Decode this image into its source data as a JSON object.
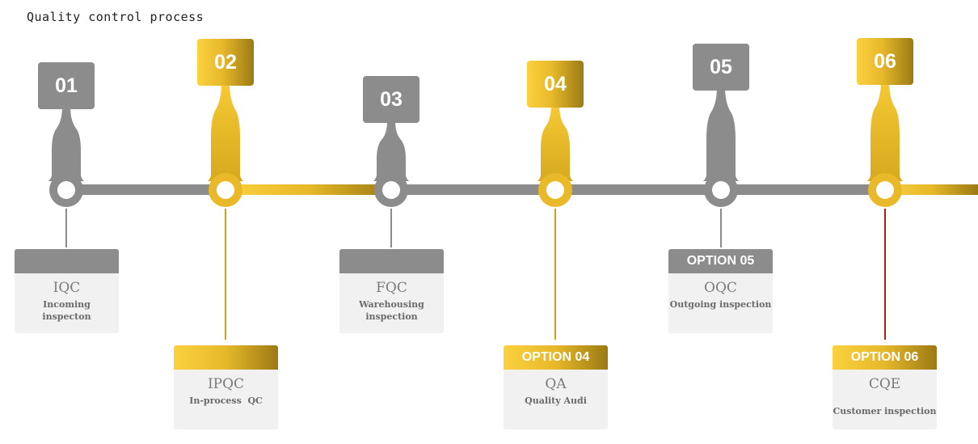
{
  "title": "Quality control process",
  "steps": [
    {
      "number": "01",
      "option_label": "",
      "name": "IQC",
      "desc": "Incoming inspecton",
      "style": "gray"
    },
    {
      "number": "02",
      "option_label": "",
      "name": "IPQC",
      "desc": "In-process  QC",
      "style": "gold"
    },
    {
      "number": "03",
      "option_label": "",
      "name": "FQC",
      "desc": "Warehousing inspection",
      "style": "gray"
    },
    {
      "number": "04",
      "option_label": "OPTION 04",
      "name": "QA",
      "desc": "Quality Audi",
      "style": "gold"
    },
    {
      "number": "05",
      "option_label": "OPTION 05",
      "name": "OQC",
      "desc": "Outgoing inspection",
      "style": "gray"
    },
    {
      "number": "06",
      "option_label": "OPTION 06",
      "name": "CQE",
      "desc": "Customer inspection",
      "style": "gold"
    }
  ],
  "colors": {
    "gray": "#8c8c8c",
    "gold_light": "#fbd13f",
    "gold_dark": "#9c7a14",
    "red": "#b31a1a"
  }
}
